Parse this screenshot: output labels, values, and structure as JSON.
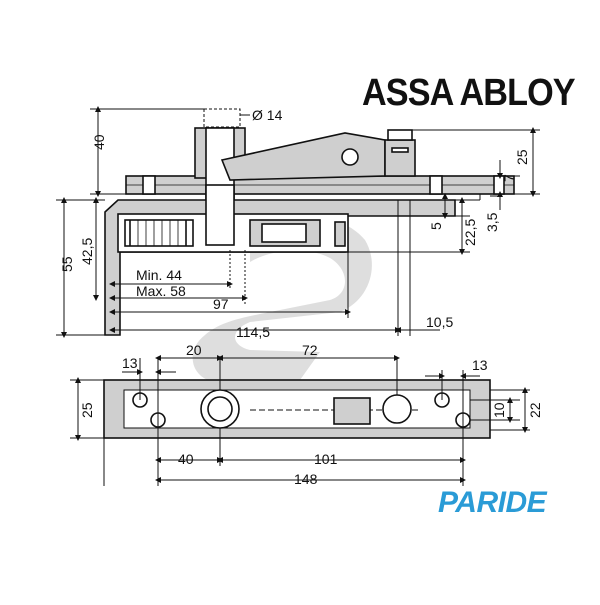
{
  "brand": {
    "manufacturer": "ASSA ABLOY",
    "dealer_logo": "PARIDE",
    "colors": {
      "watermark": "#d6d6d6",
      "dealer_blue": "#2a9bd6",
      "part_fill": "#cfcfcf"
    }
  },
  "side_view": {
    "labels": {
      "diameter": "Ø 14",
      "height_40": "40",
      "height_25": "25",
      "height_7": "7",
      "height_3_5": "3,5",
      "height_5": "5",
      "height_22_5": "22,5",
      "height_55": "55",
      "height_42_5": "42,5",
      "min": "Min. 44",
      "max": "Max. 58",
      "len_97": "97",
      "len_114_5": "114,5",
      "len_10_5": "10,5"
    }
  },
  "top_view": {
    "labels": {
      "d13_left": "13",
      "d20": "20",
      "d72": "72",
      "d13_right": "13",
      "w25": "25",
      "w10": "10",
      "w22": "22",
      "d40": "40",
      "d101": "101",
      "d148": "148"
    }
  }
}
